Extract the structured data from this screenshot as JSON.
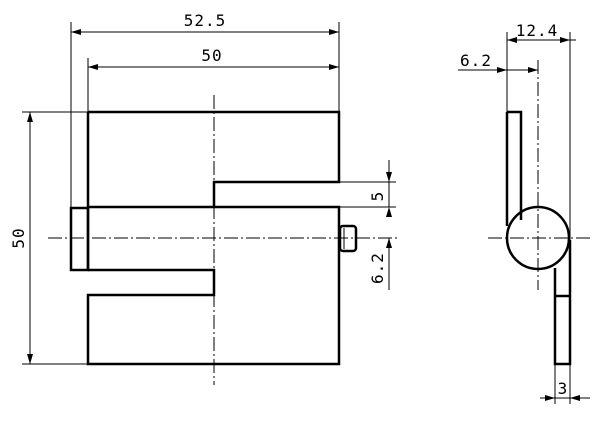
{
  "drawing": {
    "line_color": "#000000",
    "background": "#ffffff",
    "front_view": {
      "dimensions": {
        "overall_width": "52.5",
        "plate_width": "50",
        "plate_height": "50",
        "notch_height": "5",
        "pin_offset": "6.2"
      }
    },
    "side_view": {
      "dimensions": {
        "overall_depth": "12.4",
        "pin_radius_offset": "6.2",
        "plate_thickness": "3"
      }
    }
  }
}
